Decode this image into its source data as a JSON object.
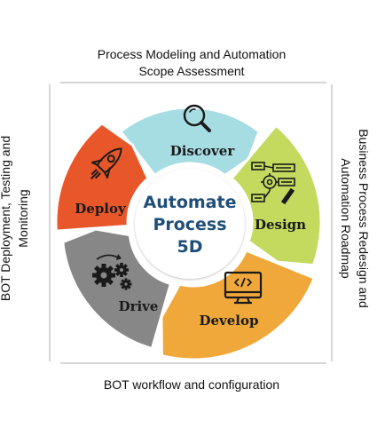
{
  "captions": {
    "top_line1": "Process Modeling  and  Automation",
    "top_line2": "Scope Assessment",
    "bottom": "BOT workflow and configuration",
    "left_line1": "BOT Deployment, Testing and",
    "left_line2": "Monitoring",
    "right_line1": "Business Process Redesign and",
    "right_line2": "Automation Roadmap"
  },
  "center": {
    "line1": "Automate",
    "line2": "Process",
    "line3": "5D"
  },
  "segments": [
    {
      "label": "Discover",
      "color": "#a6dde3",
      "icon": "magnifier-icon"
    },
    {
      "label": "Design",
      "color": "#c3da5e",
      "icon": "design-flowchart-icon"
    },
    {
      "label": "Develop",
      "color": "#f0a83a",
      "icon": "code-monitor-icon"
    },
    {
      "label": "Drive",
      "color": "#878787",
      "icon": "gears-icon"
    },
    {
      "label": "Deploy",
      "color": "#e8572a",
      "icon": "rocket-icon"
    }
  ],
  "colors": {
    "center_text": "#1f4e79",
    "frame": "#d6d6d6"
  }
}
